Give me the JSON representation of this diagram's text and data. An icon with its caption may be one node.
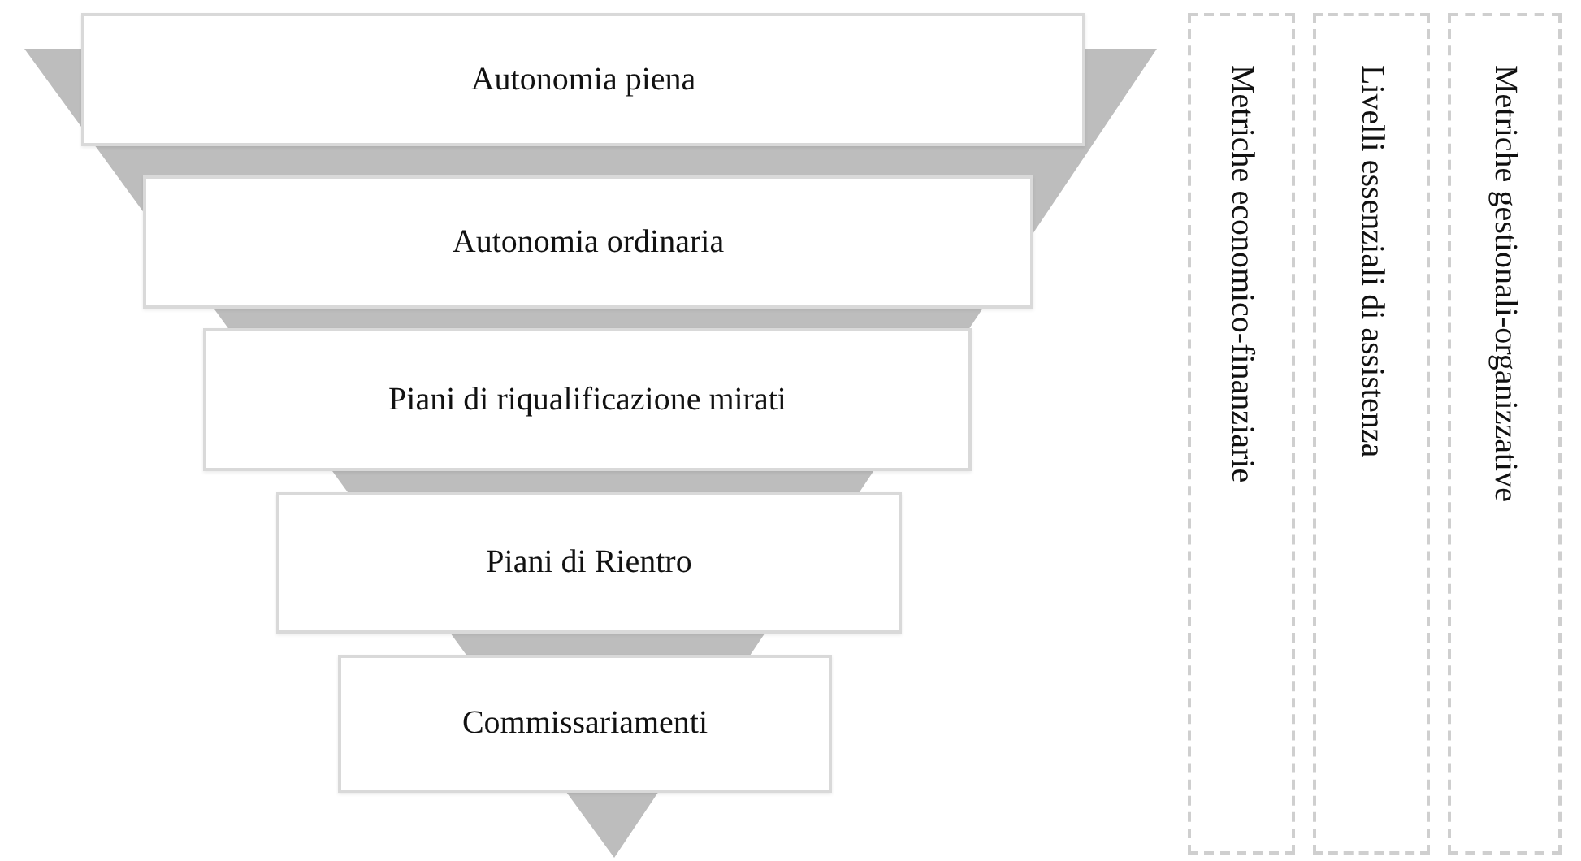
{
  "diagram": {
    "nodes": [
      {
        "text": [
          "Autonomia piena"
        ]
      },
      {
        "text": [
          "Autonomia ordinaria"
        ]
      },
      {
        "text": [
          "Piani di riqualificazione mirati"
        ]
      },
      {
        "text": [
          "Piani di Rientro"
        ]
      },
      {
        "text": [
          "Commissariamenti"
        ]
      },
      {
        "text": [
          "Metriche economico-finanziarie"
        ]
      },
      {
        "text": [
          "Livelli essenziali di assistenza"
        ]
      },
      {
        "text": [
          "Metriche gestionali-organizzative"
        ]
      }
    ],
    "edges": []
  }
}
